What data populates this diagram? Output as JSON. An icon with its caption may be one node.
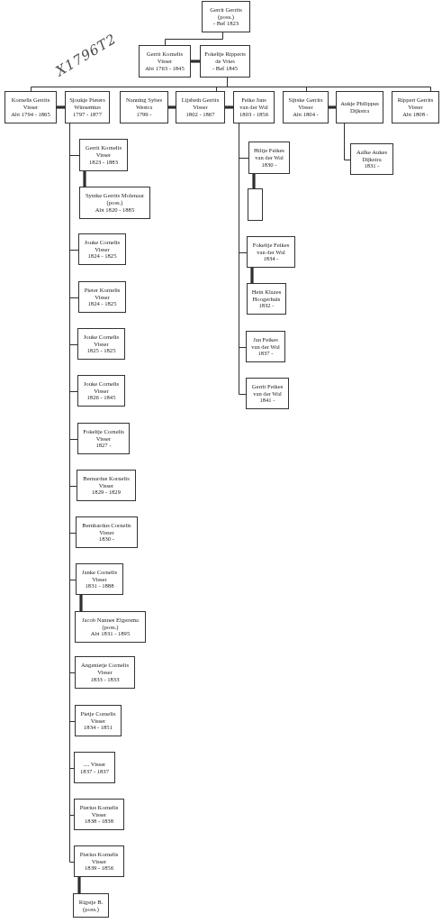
{
  "diagram": {
    "nodes": [
      {
        "text": [
          "Gerrit Gerrits (poss.)",
          "- Bef 1823"
        ]
      },
      {
        "text": [
          "Gerrit Kornelis Visser",
          "Abt 1763 - 1845"
        ]
      },
      {
        "text": [
          "Fokeltje Ripperts de Vries",
          "- Bef 1845"
        ]
      },
      {
        "text": [
          "Kornelis Gerrits Visser",
          "Abt 1794 - 1865"
        ]
      },
      {
        "text": [
          "Sjoukje Pieters Winsemius",
          "1797 - 1877"
        ]
      },
      {
        "text": [
          "Nanning Sybes Westra",
          "1799 -"
        ]
      },
      {
        "text": [
          "Lijsbeth Gerrits Visser",
          "1802 - 1867"
        ]
      },
      {
        "text": [
          "Feike Jans van der Wal",
          "1803 - 1856"
        ]
      },
      {
        "text": [
          "Sijtske Gerrits Visser",
          "Abt 1804 -"
        ]
      },
      {
        "text": [
          "Aukje Philippus Dijkstra"
        ]
      },
      {
        "text": [
          "Rippert Gerrits Visser",
          "Abt 1808 -"
        ]
      },
      {
        "text": [
          "Gerrit Kornelis Visser",
          "1823 - 1883"
        ]
      },
      {
        "text": [
          "Syntke Gerrits Molenaar (poss.)",
          "Abt 1820 - 1885"
        ]
      },
      {
        "text": [
          "Jouke Cornelis Visser",
          "1824 - 1825"
        ]
      },
      {
        "text": [
          "Pieter Kornelis Visser",
          "1824 - 1825"
        ]
      },
      {
        "text": [
          "Jouke Cornelis Visser",
          "1825 - 1825"
        ]
      },
      {
        "text": [
          "Jouke Cornelis Visser",
          "1826 - 1845"
        ]
      },
      {
        "text": [
          "Fokeltje Cornelis Visser",
          "1827 -"
        ]
      },
      {
        "text": [
          "Bernardus Kornelis Visser",
          "1829 - 1829"
        ]
      },
      {
        "text": [
          "Bernhardus Cornelis Visser",
          "1830 -"
        ]
      },
      {
        "text": [
          "Janke Cornelis Visser",
          "1831 - 1888"
        ]
      },
      {
        "text": [
          "Jacob Nannes Elgersma (poss.)",
          "Abt 1831 - 1895"
        ]
      },
      {
        "text": [
          "Angenietje Cornelis Visser",
          "1833 - 1833"
        ]
      },
      {
        "text": [
          "Pietje Cornelis Visser",
          "1834 - 1851"
        ]
      },
      {
        "text": [
          ".... Visser",
          "1837 - 1837"
        ]
      },
      {
        "text": [
          "Pierius Kornelis Visser",
          "1838 - 1838"
        ]
      },
      {
        "text": [
          "Pierius Kornelis Visser",
          "1839 - 1856"
        ]
      },
      {
        "text": [
          "Rigstje B. (poss.)"
        ]
      },
      {
        "text": [
          "Hiltje Feikes van der Wal",
          "1830 -"
        ]
      },
      {
        "text": [],
        "shape": "box"
      },
      {
        "text": [
          "Fokeltje Feikes van der Wal",
          "1834 -"
        ]
      },
      {
        "text": [
          "Hein Klazes Hoogerhuis",
          "1832 -"
        ]
      },
      {
        "text": [
          "Jan Feikes van der Wal",
          "1837 -"
        ]
      },
      {
        "text": [
          "Gerrit Feikes van der Wal",
          "1841 -"
        ]
      },
      {
        "text": [
          "Aafke Aukes Dijkstra",
          "1831 -"
        ]
      }
    ],
    "edges": [
      {
        "from": 0,
        "to": 1,
        "arrow": "none"
      },
      {
        "from": 1,
        "to": 2,
        "arrow": "none",
        "style": "thick"
      },
      {
        "from": 2,
        "to": 3,
        "arrow": "none"
      },
      {
        "from": 2,
        "to": 6,
        "arrow": "none"
      },
      {
        "from": 2,
        "to": 8,
        "arrow": "none"
      },
      {
        "from": 2,
        "to": 10,
        "arrow": "none"
      },
      {
        "from": 3,
        "to": 4,
        "arrow": "none",
        "style": "thick"
      },
      {
        "from": 5,
        "to": 6,
        "arrow": "none",
        "style": "thick"
      },
      {
        "from": 6,
        "to": 7,
        "arrow": "none",
        "style": "thick"
      },
      {
        "from": 8,
        "to": 9,
        "arrow": "none",
        "style": "thick"
      },
      {
        "from": 4,
        "to": 11,
        "arrow": "none"
      },
      {
        "from": 4,
        "to": 13,
        "arrow": "none"
      },
      {
        "from": 4,
        "to": 14,
        "arrow": "none"
      },
      {
        "from": 4,
        "to": 15,
        "arrow": "none"
      },
      {
        "from": 4,
        "to": 16,
        "arrow": "none"
      },
      {
        "from": 4,
        "to": 17,
        "arrow": "none"
      },
      {
        "from": 4,
        "to": 18,
        "arrow": "none"
      },
      {
        "from": 4,
        "to": 19,
        "arrow": "none"
      },
      {
        "from": 4,
        "to": 20,
        "arrow": "none"
      },
      {
        "from": 4,
        "to": 22,
        "arrow": "none"
      },
      {
        "from": 4,
        "to": 23,
        "arrow": "none"
      },
      {
        "from": 4,
        "to": 24,
        "arrow": "none"
      },
      {
        "from": 4,
        "to": 25,
        "arrow": "none"
      },
      {
        "from": 4,
        "to": 26,
        "arrow": "none"
      },
      {
        "from": 11,
        "to": 12,
        "arrow": "none",
        "style": "thick"
      },
      {
        "from": 20,
        "to": 21,
        "arrow": "none",
        "style": "thick"
      },
      {
        "from": 26,
        "to": 27,
        "arrow": "none",
        "style": "thick"
      },
      {
        "from": 7,
        "to": 28,
        "arrow": "none"
      },
      {
        "from": 7,
        "to": 30,
        "arrow": "none"
      },
      {
        "from": 7,
        "to": 32,
        "arrow": "none"
      },
      {
        "from": 7,
        "to": 33,
        "arrow": "none"
      },
      {
        "from": 28,
        "to": 29,
        "arrow": "none",
        "style": "thick"
      },
      {
        "from": 30,
        "to": 31,
        "arrow": "none",
        "style": "thick"
      },
      {
        "from": 9,
        "to": 34,
        "arrow": "none"
      }
    ],
    "labels": [
      "X1796T2"
    ]
  }
}
